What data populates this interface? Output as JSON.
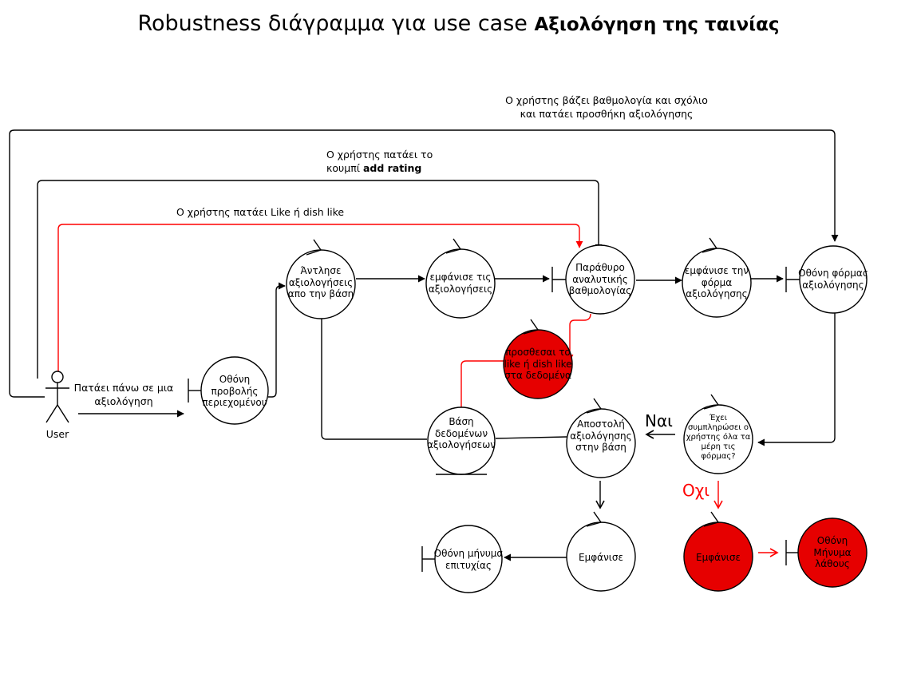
{
  "title": {
    "prefix": "Robustness διάγραμμα για use case ",
    "bold": "Αξιολόγηση της ταινίας"
  },
  "actor": {
    "label": "User"
  },
  "nodes": {
    "othoni_provolis": [
      "Οθόνη",
      "προβολής",
      "περιεχομένου"
    ],
    "antlise": [
      "Άντλησε",
      "αξιολογήσεις",
      "απο την βάση"
    ],
    "emfanise_aksiologiseis": [
      "εμφάνισε τις",
      "αξιολογήσεις"
    ],
    "parathyro": [
      "Παράθυρο",
      "αναλυτικής",
      "βαθμολογίας"
    ],
    "emfanise_forma": [
      "εμφάνισε την",
      "φόρμα",
      "αξιολόγησης"
    ],
    "othoni_formas": [
      "Οθόνη φόρμας",
      "αξιολόγησης"
    ],
    "prostheseis_like": [
      "προσθεσαι το",
      "like ή dish like",
      "στα δεδομένα"
    ],
    "vasi": [
      "Βάση",
      "δεδομένων",
      "αξιολογήσεων"
    ],
    "apostoli": [
      "Αποστολή",
      "αξιολόγησης",
      "στην βάση"
    ],
    "exei_symplirosei": [
      "Έχει",
      "συμπληρώσει ο",
      "χρήστης όλα τα",
      "μέρη τις",
      "φόρμας?"
    ],
    "emfanise_success": [
      "Εμφάνισε"
    ],
    "othoni_epityxias": [
      "Οθόνη μήνυμα",
      "επιτυχίας"
    ],
    "emfanise_error": [
      "Εμφάνισε"
    ],
    "othoni_lathous": [
      "Οθόνη",
      "Μήνυμα",
      "λάθους"
    ]
  },
  "edge_labels": {
    "score_comment": [
      "Ο χρήστης βάζει βαθμολογία και σχόλιο",
      "και πατάει προσθήκη αξιολόγησης"
    ],
    "add_rating_prefix": "Ο χρήστης πατάει το",
    "add_rating_mid": "κουμπί ",
    "add_rating_bold": "add rating",
    "like": "Ο χρήστης πατάει Like ή dish like",
    "click_review": [
      "Πατάει πάνω σε μια",
      "αξιολόγηση"
    ],
    "yes": "Ναι",
    "no": "Οχι"
  },
  "colors": {
    "line": "#000000",
    "highlight": "#ff0000",
    "fill_red": "#e60000"
  }
}
